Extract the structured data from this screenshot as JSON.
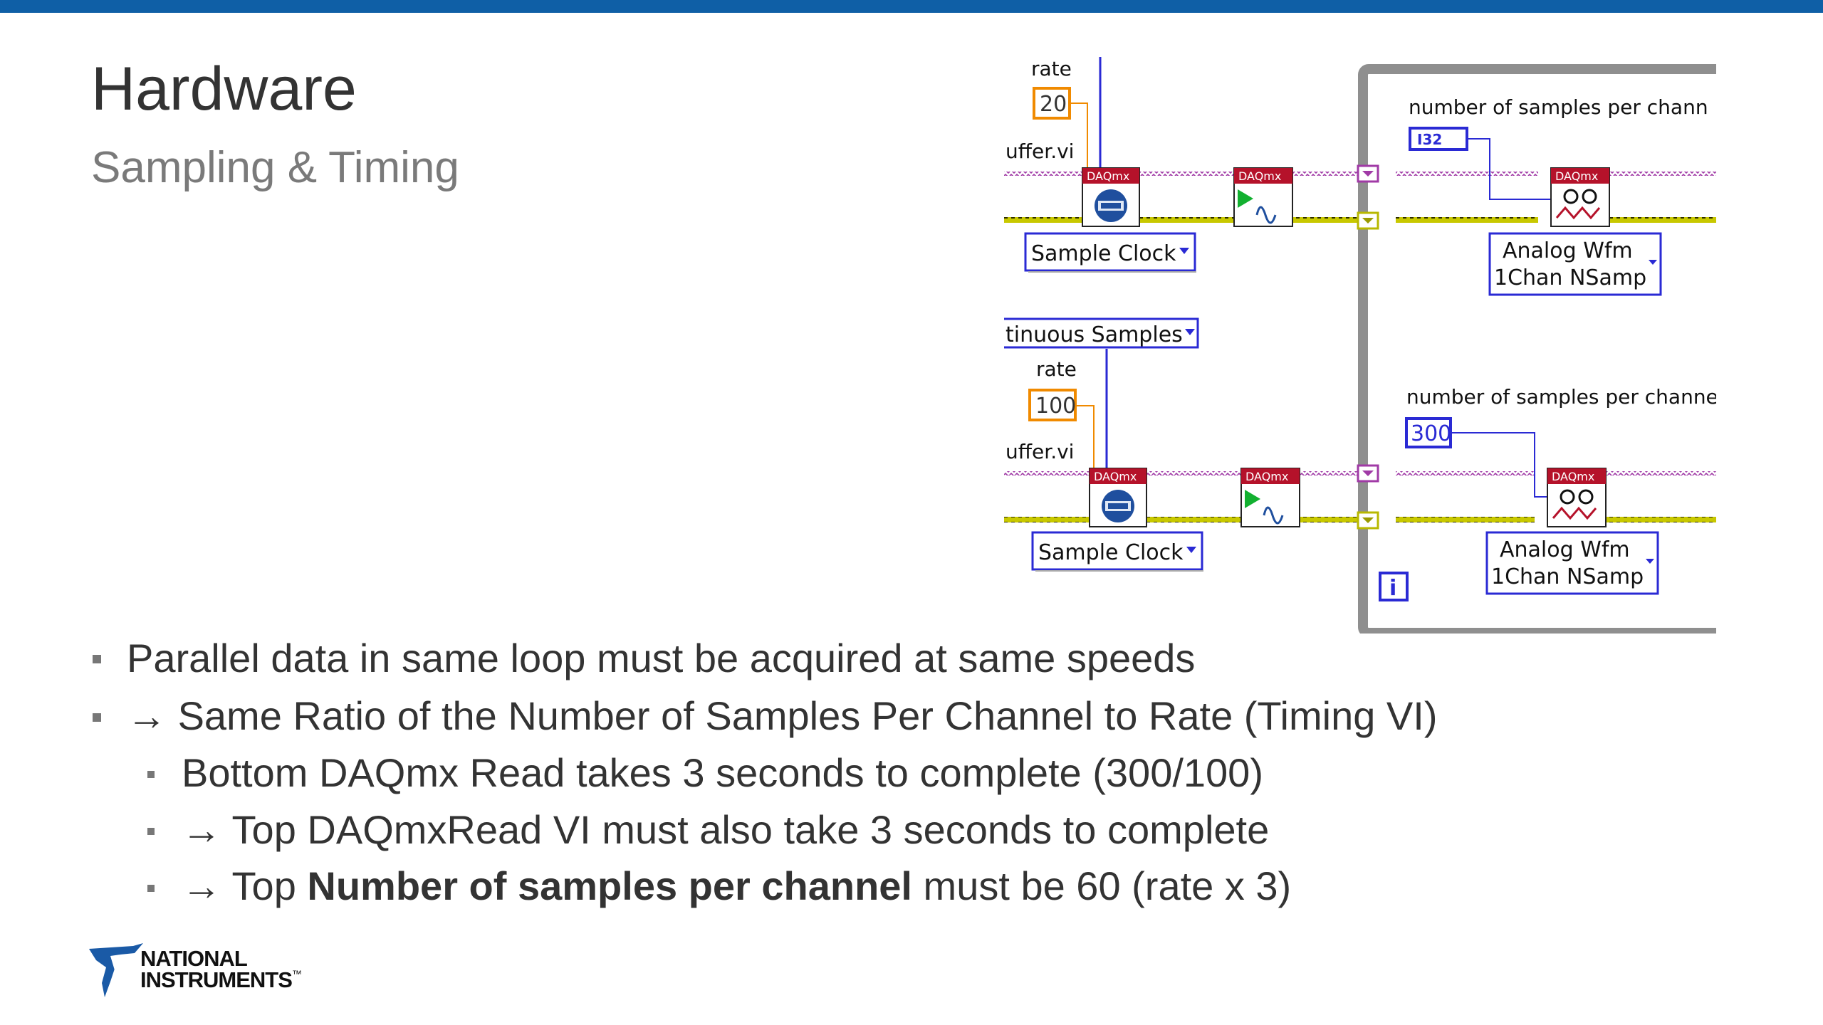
{
  "slide": {
    "title": "Hardware",
    "subtitle": "Sampling & Timing",
    "accent_color": "#0f5fa6"
  },
  "bullets": {
    "b1": "Parallel data in same loop must be acquired at same speeds",
    "b2_arrow": "→",
    "b2": "Same Ratio of the Number of Samples Per Channel to Rate (Timing VI)",
    "b3": "Bottom DAQmx Read takes 3 seconds to complete (300/100)",
    "b4_arrow": "→",
    "b4": "Top DAQmxRead VI must also take 3 seconds to complete",
    "b5_arrow": "→",
    "b5_pre": "Top ",
    "b5_bold": "Number of samples per channel",
    "b5_post": " must be 60 (rate x 3)"
  },
  "diagram": {
    "top": {
      "rate_label": "rate",
      "rate_value": "20",
      "buffer_label": "uffer.vi",
      "clock_select": "Sample Clock",
      "samples_label": "number of samples per chann",
      "samples_type": "I32",
      "read_select_line1": "Analog Wfm",
      "read_select_line2": "1Chan NSamp"
    },
    "bottom": {
      "mode_select": "tinuous Samples",
      "rate_label": "rate",
      "rate_value": "100",
      "buffer_label": "uffer.vi",
      "clock_select": "Sample Clock",
      "samples_label": "number of samples per channe",
      "samples_value": "300",
      "read_select_line1": "Analog Wfm",
      "read_select_line2": "1Chan NSamp"
    },
    "vi_badge": "DAQmx",
    "loop_iteration": "i"
  },
  "logo": {
    "line1": "NATIONAL",
    "line2": "INSTRUMENTS",
    "tm": "™"
  }
}
